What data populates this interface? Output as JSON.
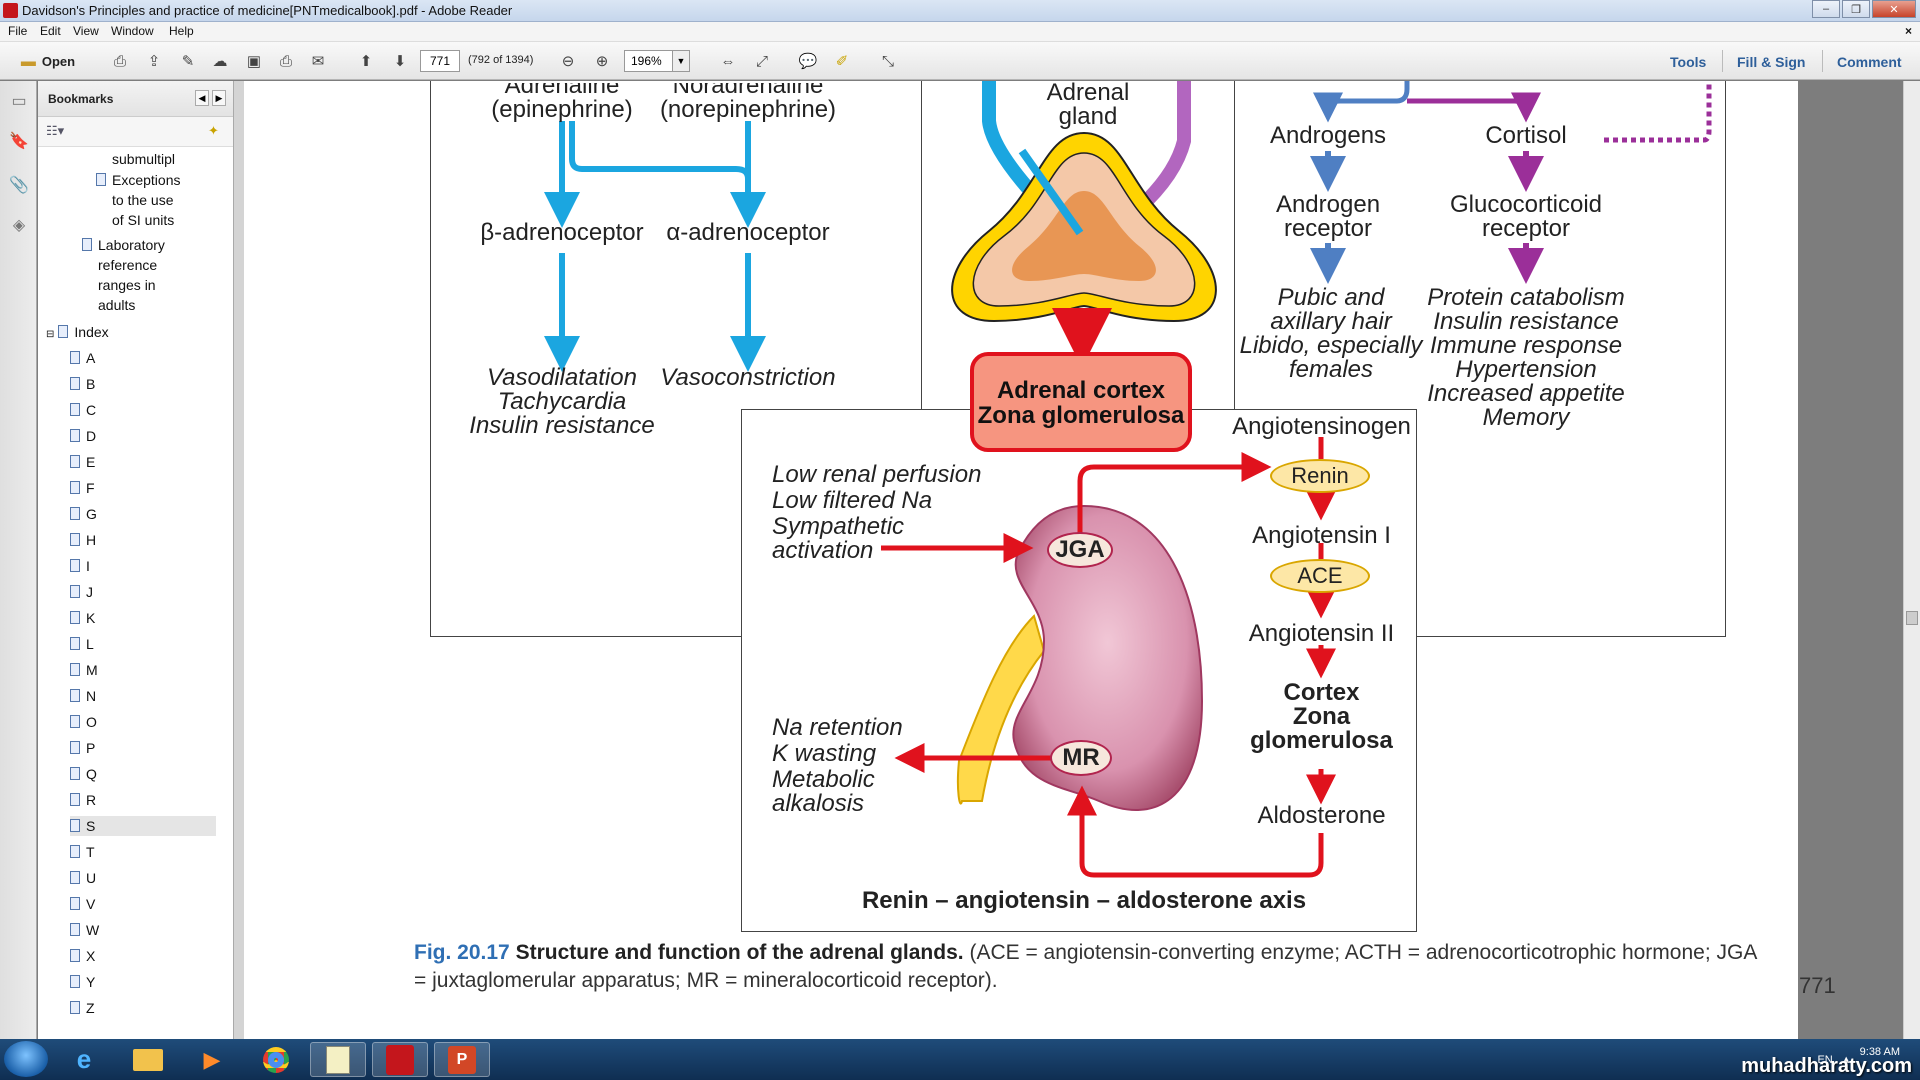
{
  "window": {
    "title": "Davidson's Principles and practice of medicine[PNTmedicalbook].pdf - Adobe Reader"
  },
  "menu": {
    "items": [
      "File",
      "Edit",
      "View",
      "Window",
      "Help"
    ]
  },
  "toolbar": {
    "open": "Open",
    "page": "771",
    "page_count": "(792 of 1394)",
    "zoom": "196%",
    "tools": "Tools",
    "fill_sign": "Fill & Sign",
    "comment": "Comment"
  },
  "bookmarks": {
    "title": "Bookmarks",
    "items": [
      "submultipl",
      "Exceptions",
      "to the use",
      "of SI units",
      "Laboratory",
      "reference",
      "ranges in",
      "adults",
      "Index",
      "A",
      "B",
      "C",
      "D",
      "E",
      "F",
      "G",
      "H",
      "I",
      "J",
      "K",
      "L",
      "M",
      "N",
      "O",
      "P",
      "Q",
      "R",
      "S",
      "T",
      "U",
      "V",
      "W",
      "X",
      "Y",
      "Z"
    ],
    "selected": "S"
  },
  "diagram": {
    "left_panel": {
      "adrenaline": "(epinephrine)",
      "noradrenaline": "(norepinephrine)",
      "beta": "β-adrenoceptor",
      "alpha": "α-adrenoceptor",
      "beta_effects": [
        "Vasodilatation",
        "Tachycardia",
        "Insulin resistance"
      ],
      "alpha_effects": [
        "Vasoconstriction"
      ]
    },
    "center": {
      "gland": [
        "Adrenal",
        "gland"
      ],
      "cortex": [
        "Adrenal cortex",
        "Zona glomerulosa"
      ]
    },
    "right_panel": {
      "androgens": "Androgens",
      "cortisol": "Cortisol",
      "androgen_receptor": [
        "Androgen",
        "receptor"
      ],
      "glucocorticoid_receptor": [
        "Glucocorticoid",
        "receptor"
      ],
      "androgen_effects": [
        "Pubic and",
        "axillary hair",
        "Libido, especially",
        "females"
      ],
      "cortisol_effects": [
        "Protein catabolism",
        "Insulin resistance",
        "Immune response",
        "Hypertension",
        "Increased appetite",
        "Memory"
      ]
    },
    "raas": {
      "stimuli": [
        "Low renal perfusion",
        "Low filtered Na",
        "Sympathetic",
        "activation"
      ],
      "effects": [
        "Na retention",
        "K wasting",
        "Metabolic",
        "alkalosis"
      ],
      "jga": "JGA",
      "mr": "MR",
      "angiotensinogen": "Angiotensinogen",
      "renin": "Renin",
      "angiotensin_i": "Angiotensin I",
      "ace": "ACE",
      "angiotensin_ii": "Angiotensin II",
      "cortex": [
        "Cortex",
        "Zona",
        "glomerulosa"
      ],
      "aldosterone": "Aldosterone",
      "title": "Renin – angiotensin – aldosterone axis"
    }
  },
  "caption": {
    "fig": "Fig. 20.17",
    "title": "Structure and function of the adrenal glands.",
    "text": "(ACE = angiotensin-converting enzyme; ACTH = adrenocorticotrophic hormone; JGA = juxtaglomerular apparatus; MR = mineralocorticoid receptor)."
  },
  "page_number": "771",
  "taskbar": {
    "lang": "EN",
    "time": "9:38 AM"
  },
  "watermark": "muhadharaty.com",
  "colors": {
    "arrow_red": "#e0121d",
    "arrow_blue": "#1ba6e0",
    "arrow_purple": "#9b2f99",
    "arrow_steel": "#4f7fc3",
    "fig_blue": "#2f6fb4"
  }
}
